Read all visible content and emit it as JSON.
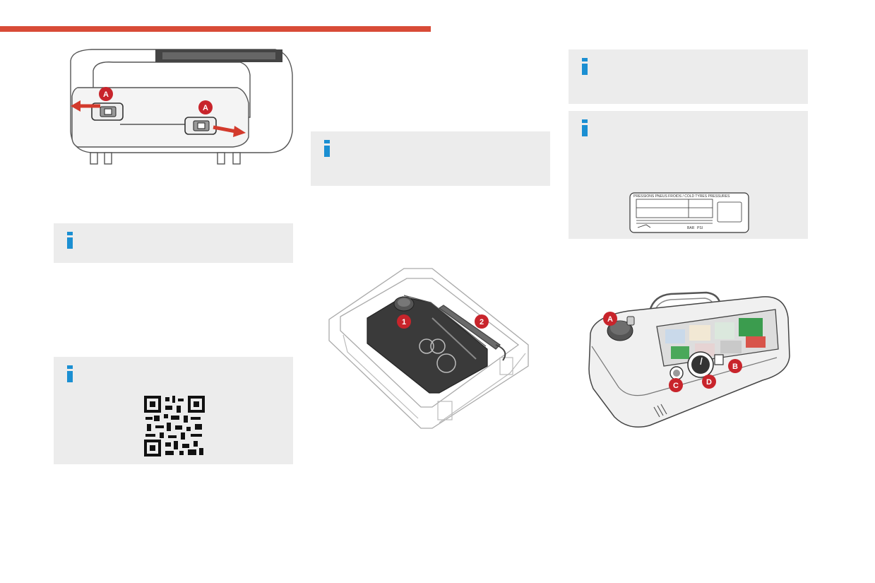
{
  "colors": {
    "accent_bar": "#d84b37",
    "info_box_bg": "#ececec",
    "info_icon": "#1b8fd2",
    "callout_badge": "#c8242b"
  },
  "icons": {
    "info": "info-icon",
    "qr": "qr-code"
  },
  "figures": {
    "seat_release": {
      "callouts": [
        "A",
        "A"
      ]
    },
    "repair_kit_box": {
      "callouts": [
        "1",
        "2"
      ]
    },
    "compressor": {
      "callouts": [
        "A",
        "B",
        "C",
        "D"
      ]
    },
    "tyre_pressure_label": {
      "heading": "PRESSIONS PNEUS FROIDS / COLD TYRES PRESSURES",
      "unit_bars": "BAR",
      "unit_psi": "PSI"
    }
  }
}
